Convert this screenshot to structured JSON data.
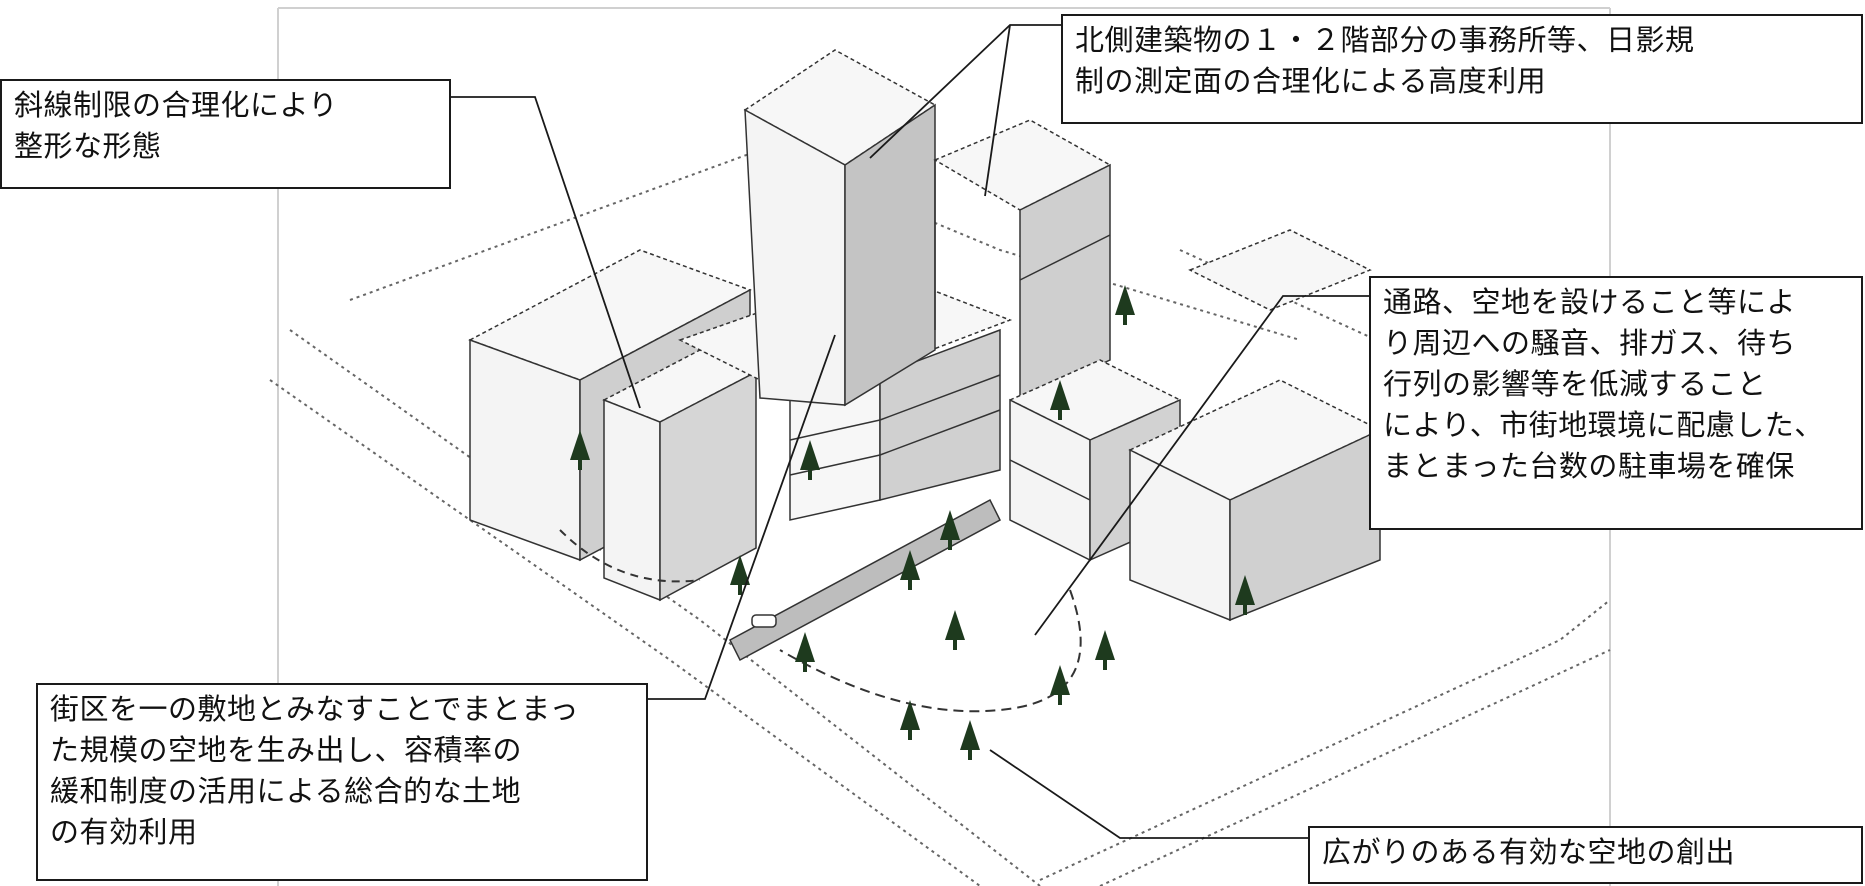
{
  "callouts": {
    "diagonal_line": "斜線制限の合理化により\n整形な形態",
    "north_building": "北側建築物の１・２階部分の事務所等、日影規\n制の測定面の合理化による高度利用",
    "parking": "通路、空地を設けること等によ\nり周辺への騒音、排ガス、待ち\n行列の影響等を低減すること\nにより、市街地環境に配慮した、\nまとまった台数の駐車場を確保",
    "block_site": "街区を一の敷地とみなすことでまとまっ\nた規模の空地を生み出し、容積率の\n緩和制度の活用による総合的な土地\nの有効利用",
    "open_space": "広がりのある有効な空地の創出"
  },
  "colors": {
    "wall_light": "#f7f7f7",
    "wall_shade": "#c8c8c8",
    "tree": "#1e3a1e",
    "line": "#1a1a1a"
  }
}
